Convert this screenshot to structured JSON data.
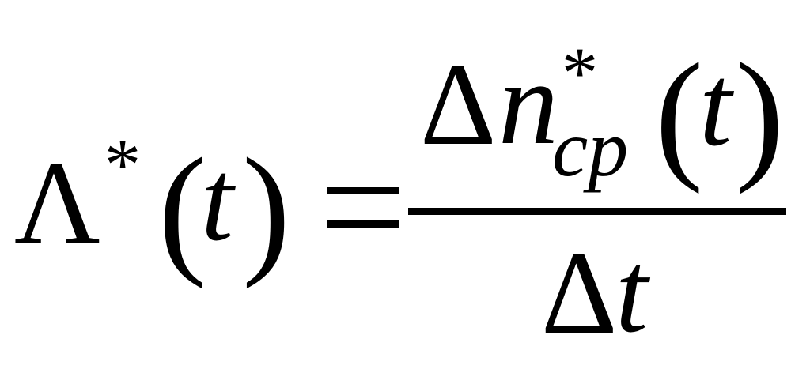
{
  "formula": {
    "lhs": {
      "symbol": "Λ",
      "superscript": "*",
      "open_paren": "(",
      "argument": "t",
      "close_paren": ")"
    },
    "relation": "=",
    "rhs": {
      "numerator": {
        "delta": "Δ",
        "variable": "n",
        "superscript": "*",
        "subscript": "cp",
        "open_paren": "(",
        "argument": "t",
        "close_paren": ")"
      },
      "denominator": {
        "delta": "Δ",
        "variable": "t"
      }
    }
  }
}
